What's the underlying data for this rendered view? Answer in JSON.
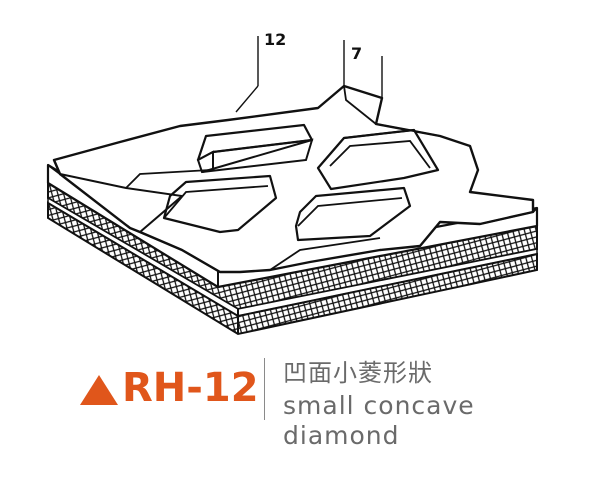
{
  "diagram": {
    "dimension_labels": {
      "rib_width": "12",
      "rib_height": "7"
    }
  },
  "product": {
    "code": "RH-12",
    "name_cn": "凹面小菱形狀",
    "name_en_line1": "small concave",
    "name_en_line2": "diamond"
  },
  "colors": {
    "accent": "#e0561b",
    "caption_text": "#6a6a6a",
    "line": "#111111"
  },
  "icons": {
    "marker": "triangle-up-icon"
  }
}
